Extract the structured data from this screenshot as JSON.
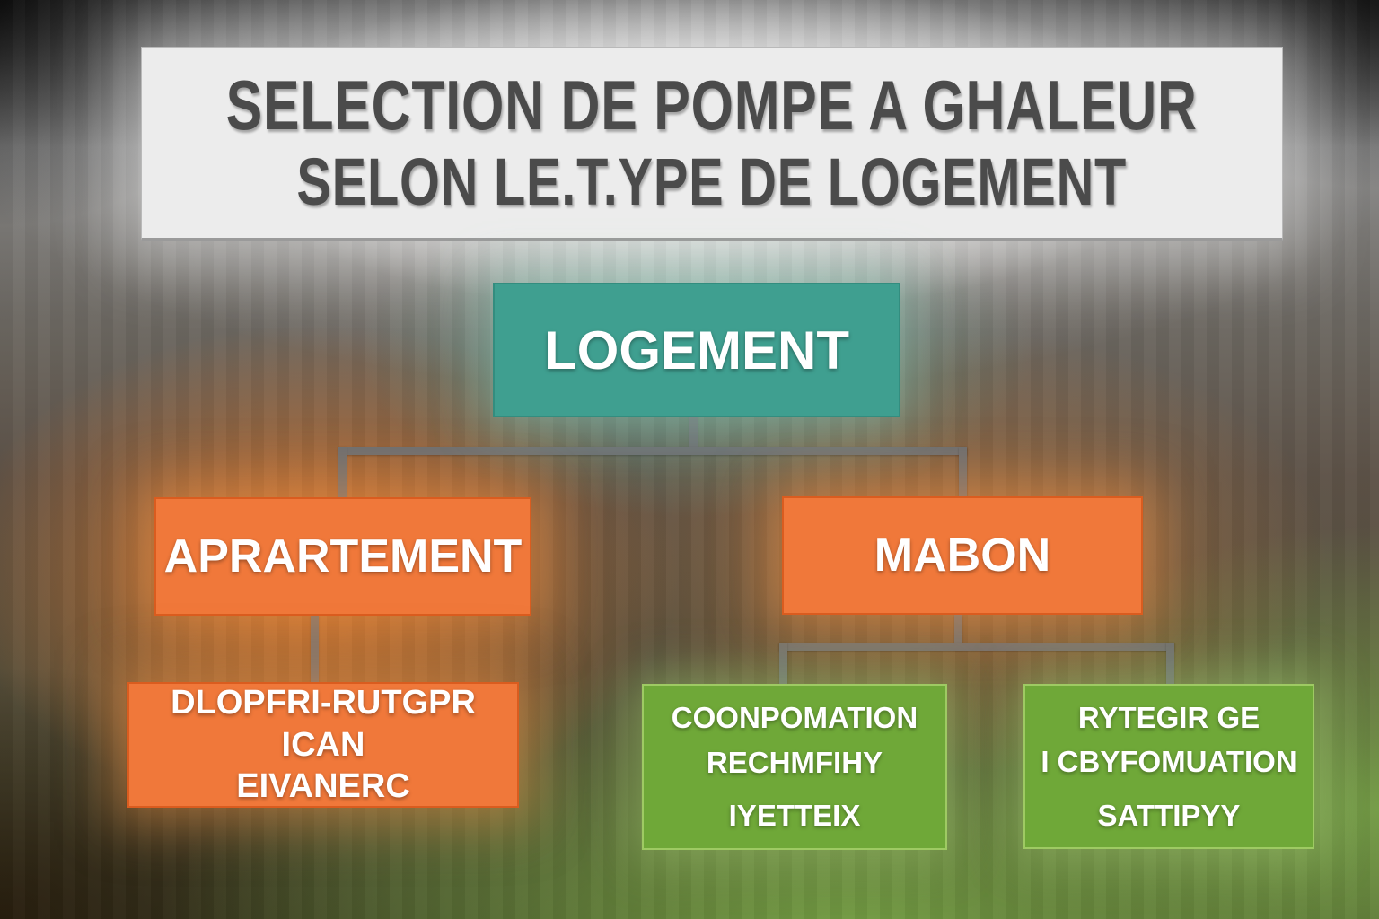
{
  "title": {
    "line1": "SELECTION DE POMPE A GHALEUR",
    "line2": "SELON LE.T.YPE DE LOGEMENT"
  },
  "nodes": {
    "root": {
      "label": "LOGEMENT"
    },
    "apartment": {
      "label": "APRARTEMENT"
    },
    "house": {
      "label": "MABON"
    },
    "apartment_child": {
      "line1": "DLOPFRI-RUTGPR ICAN",
      "line2": "EIVANERC"
    },
    "house_child_1": {
      "line1": "COONPOMATION",
      "line2": "RECHMFIHY",
      "line3": "IYETTEIX"
    },
    "house_child_2": {
      "line1": "RYTEGIR GE",
      "line2": "I CBYFOMUATION",
      "line3": "SATTIPYY"
    }
  },
  "colors": {
    "teal": "#3f9f90",
    "orange": "#f0783a",
    "green": "#6fa838",
    "connector": "#6d6f71",
    "banner_bg": "#ececec",
    "title_text": "#4b4b4b"
  }
}
